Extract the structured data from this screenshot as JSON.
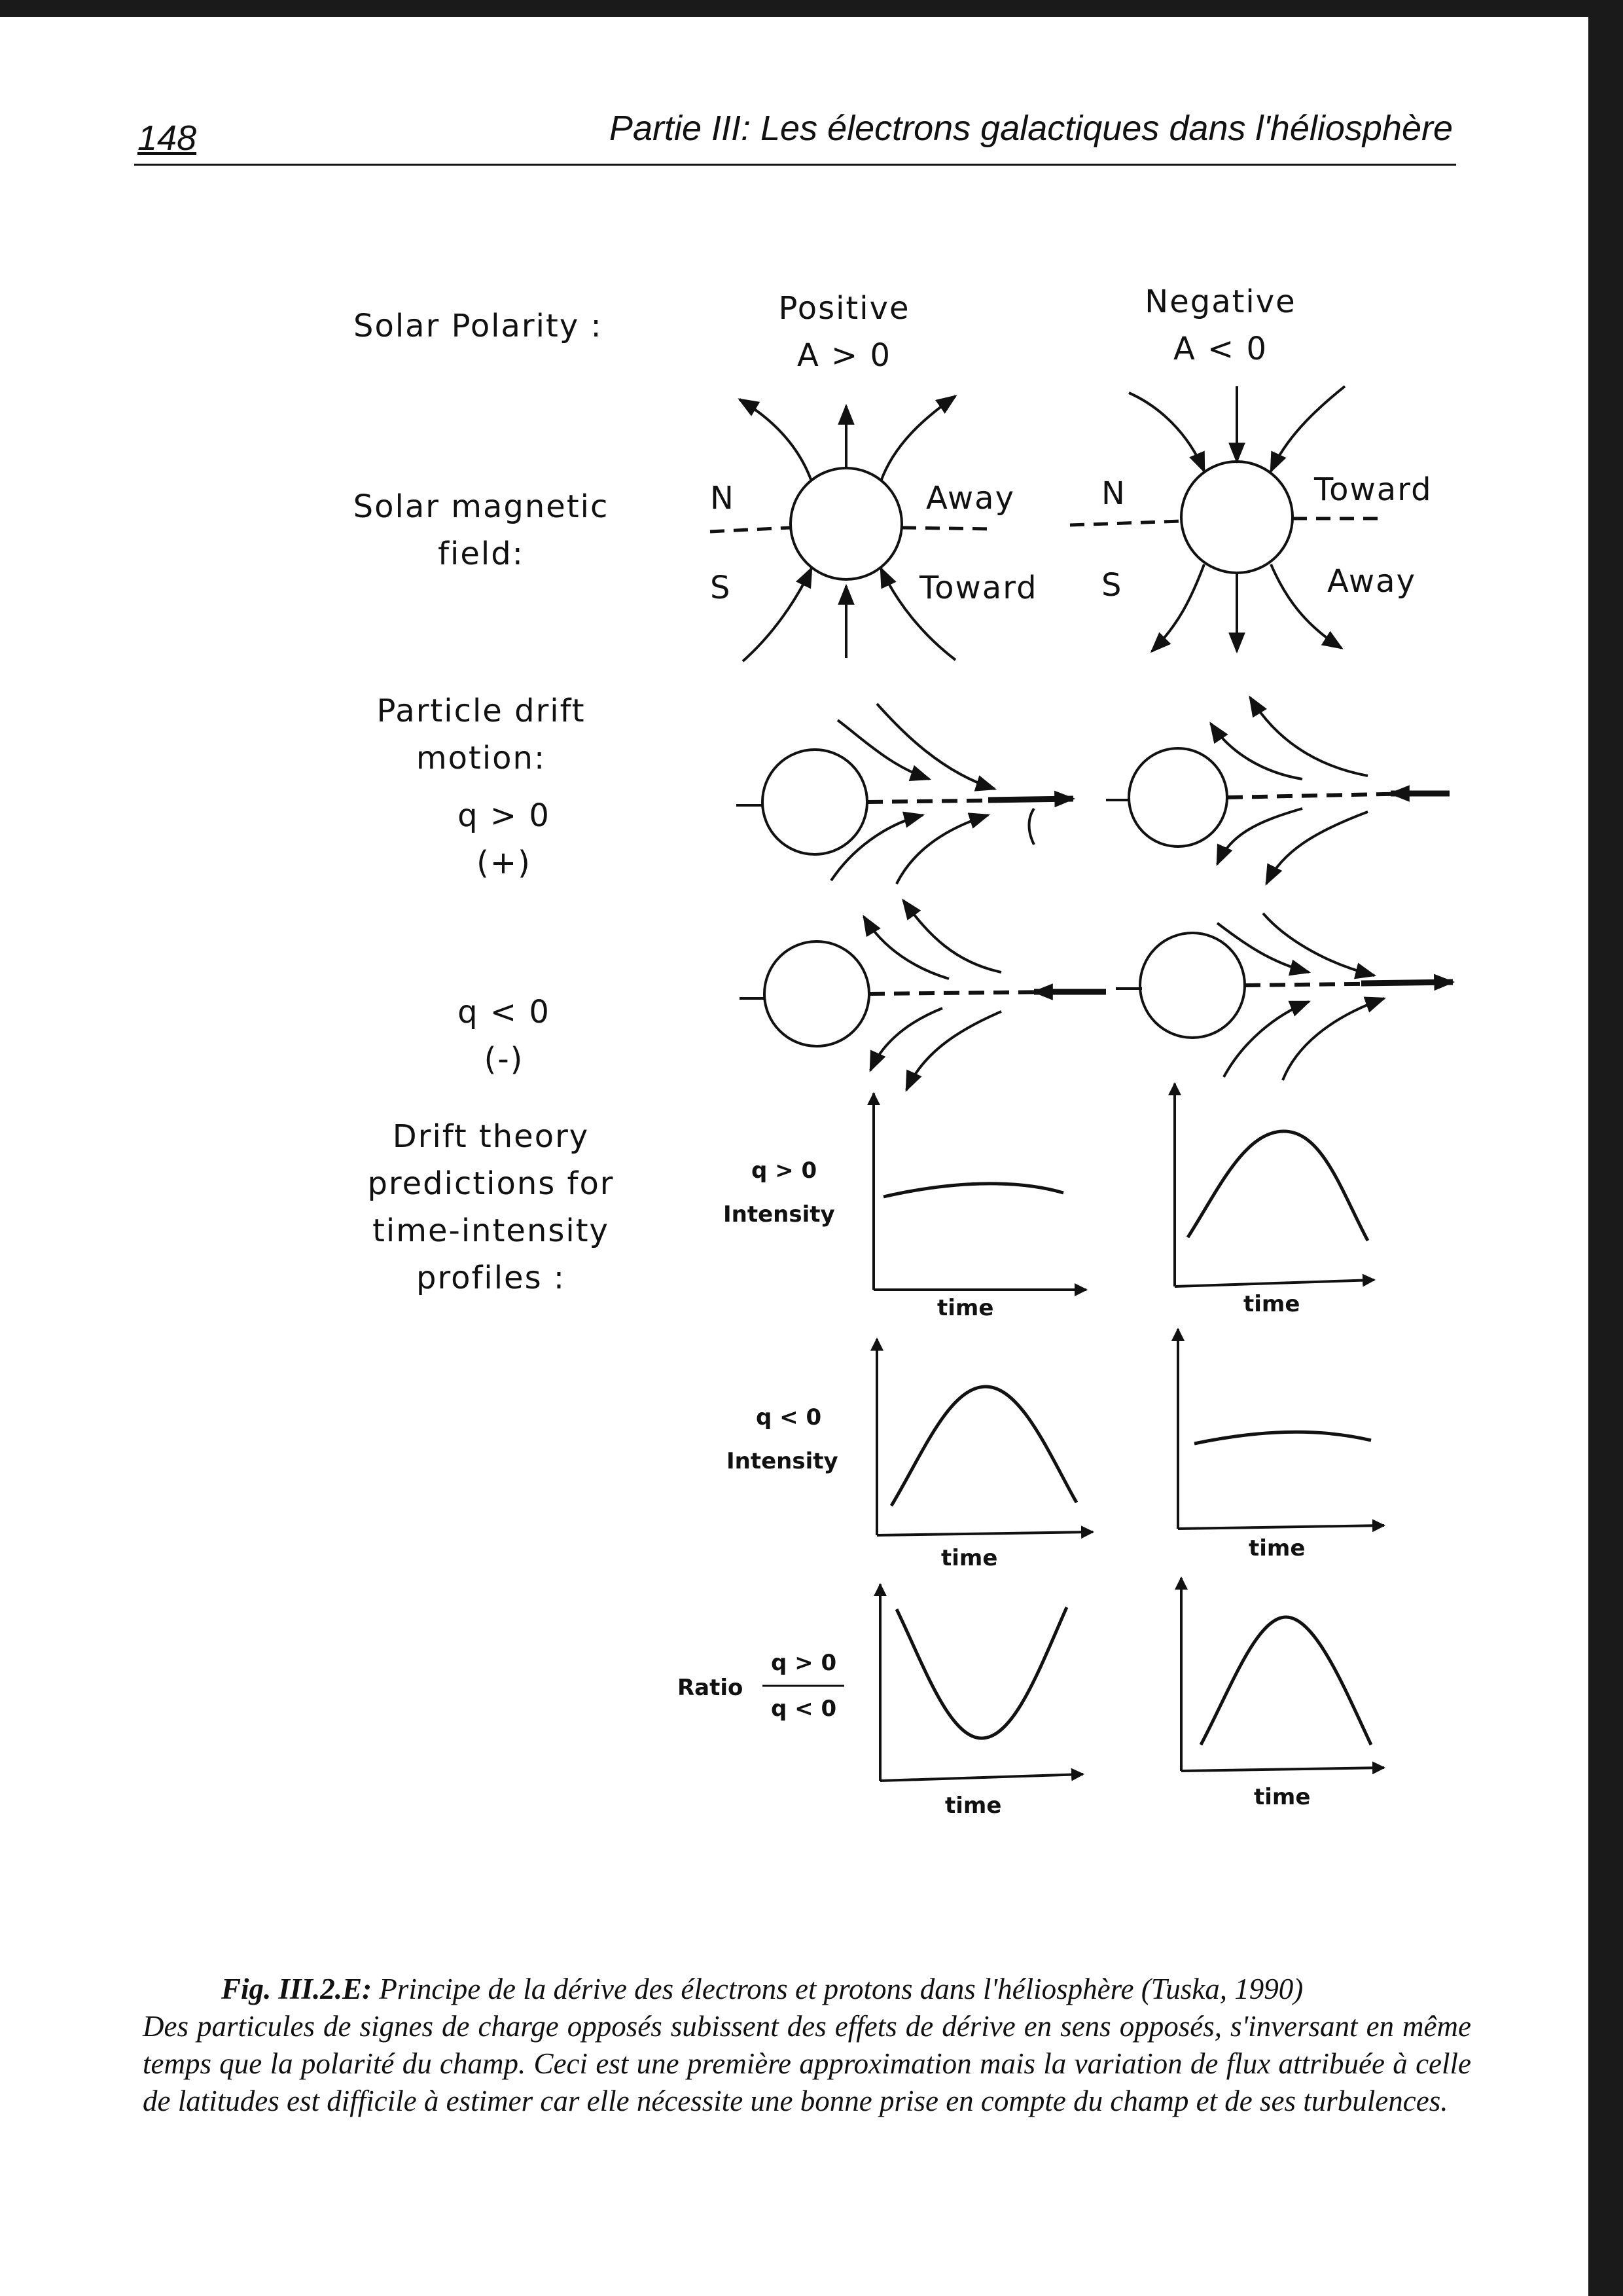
{
  "header": {
    "page_number": "148",
    "running_title": "Partie III: Les électrons galactiques dans l'héliosphère"
  },
  "figure": {
    "row_labels": {
      "solar_polarity": "Solar Polarity :",
      "magnetic_field": [
        "Solar magnetic",
        "field:"
      ],
      "drift_motion": [
        "Particle drift",
        "motion:"
      ],
      "q_pos": [
        "q > 0",
        "(+)"
      ],
      "q_neg": [
        "q < 0",
        "(-)"
      ],
      "predictions": [
        "Drift theory",
        "predictions for",
        "time-intensity",
        "profiles :"
      ]
    },
    "columns": {
      "positive": {
        "title": "Positive",
        "condition": "A > 0"
      },
      "negative": {
        "title": "Negative",
        "condition": "A < 0"
      }
    },
    "field_labels": {
      "north": "N",
      "south": "S",
      "positive_upper": "Away",
      "positive_lower": "Toward",
      "negative_upper": "Toward",
      "negative_lower": "Away"
    },
    "plots": {
      "x_label": "time",
      "row1_label": [
        "q > 0",
        "Intensity"
      ],
      "row2_label": [
        "q < 0",
        "Intensity"
      ],
      "row3_label": {
        "prefix": "Ratio",
        "numerator": "q > 0",
        "denominator": "q < 0"
      },
      "profiles": {
        "positive": [
          "flat",
          "peak",
          "valley"
        ],
        "negative": [
          "peak",
          "flat",
          "peak"
        ]
      }
    }
  },
  "caption": {
    "figure_id": "Fig. III.2.E:",
    "first_line": "Principe de la dérive des électrons et protons dans l'héliosphère (Tuska, 1990)",
    "body": "Des particules de signes de charge opposés subissent des effets de dérive en sens opposés, s'inversant en même temps que la polarité du champ. Ceci est une première approximation mais la variation de flux attribuée à celle de latitudes est difficile à estimer car elle nécessite une bonne prise en compte du champ et de ses turbulences."
  }
}
